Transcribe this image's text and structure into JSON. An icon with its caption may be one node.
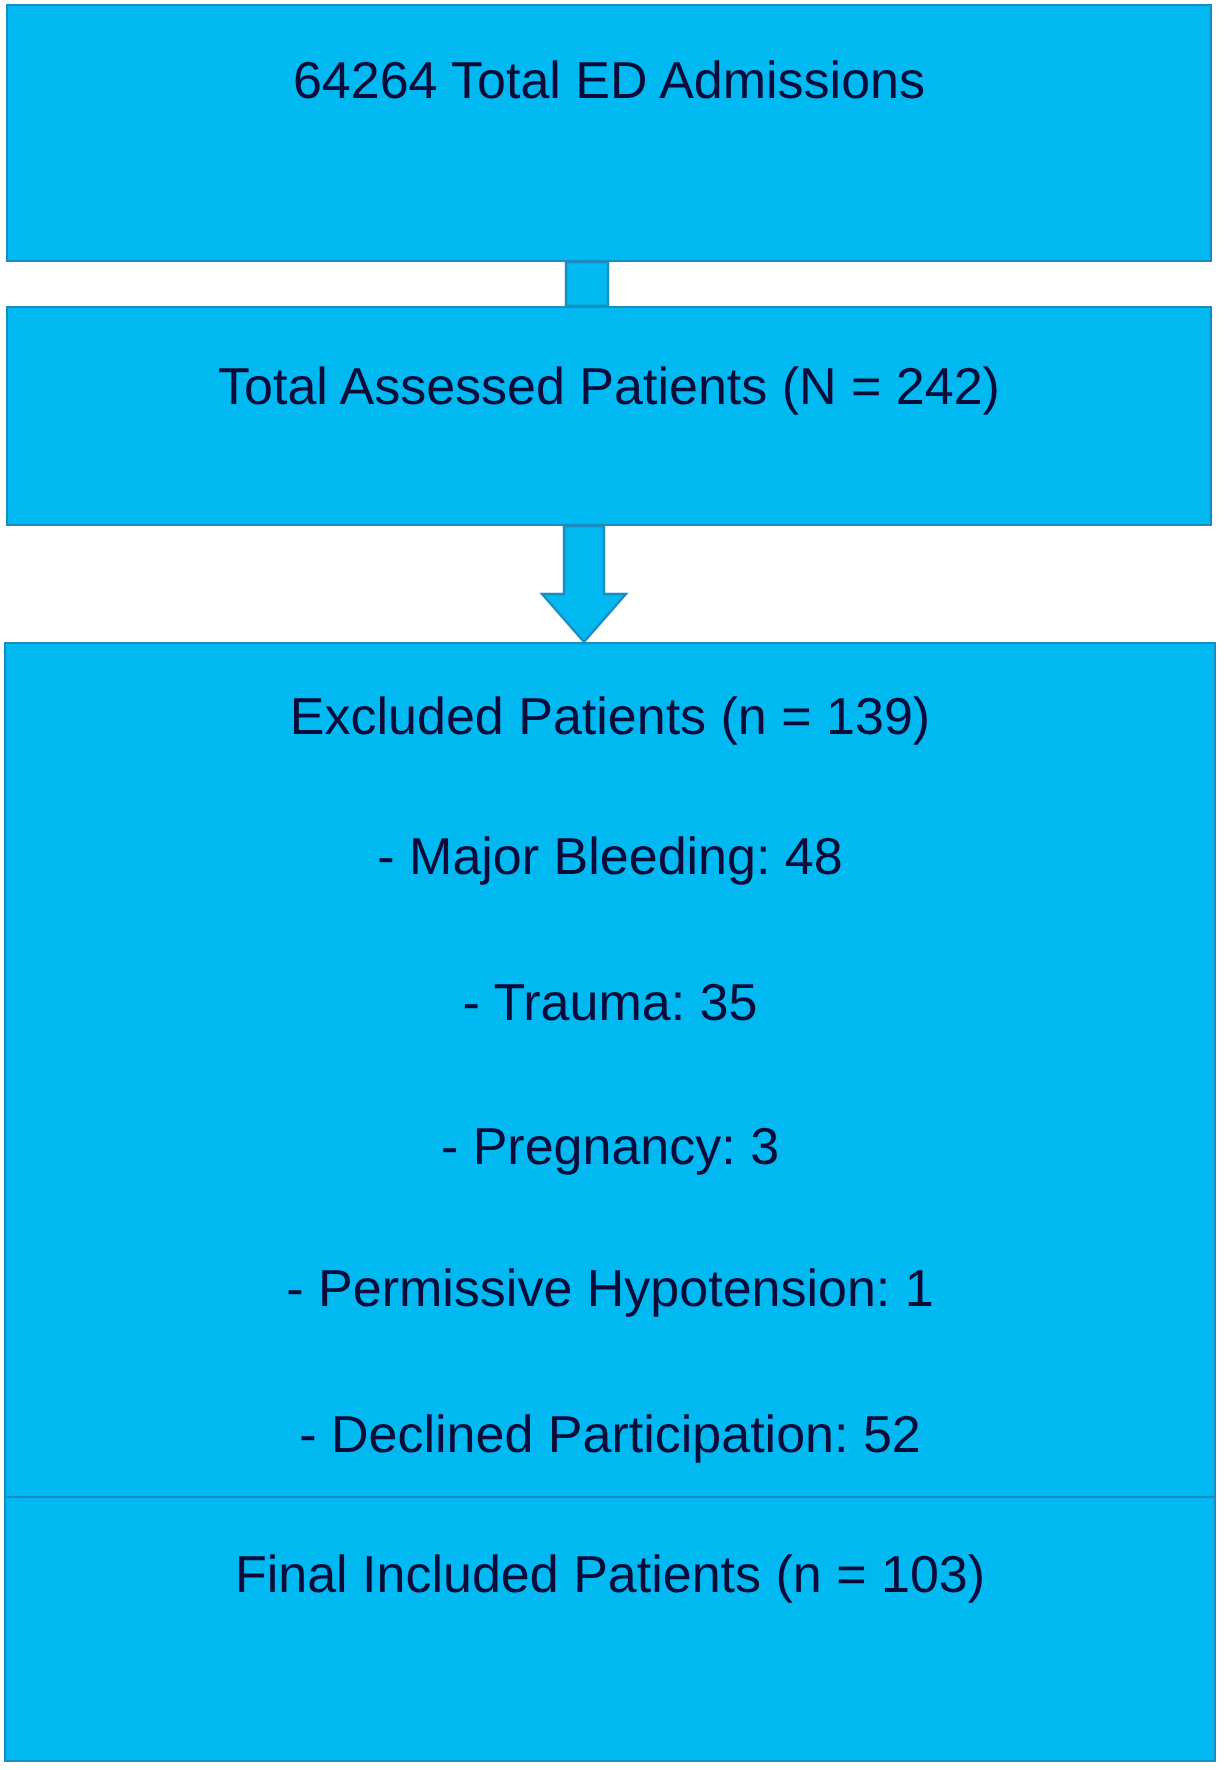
{
  "diagram": {
    "nodes": [
      {
        "text": [
          "64264 Total ED Admissions"
        ]
      },
      {
        "text": [
          "Total Assessed Patients (N = 242)"
        ]
      },
      {
        "text": [
          "Excluded Patients (n = 139)",
          "- Major Bleeding: 48",
          "- Trauma: 35",
          "- Pregnancy: 3",
          "- Permissive Hypotension: 1",
          "- Declined Participation: 52"
        ]
      },
      {
        "text": [
          "Final Included Patients (n = 103)"
        ]
      }
    ],
    "edges": [
      {
        "from": 0,
        "to": 1,
        "arrow": "none"
      },
      {
        "from": 1,
        "to": 2,
        "arrow": "to"
      }
    ]
  }
}
